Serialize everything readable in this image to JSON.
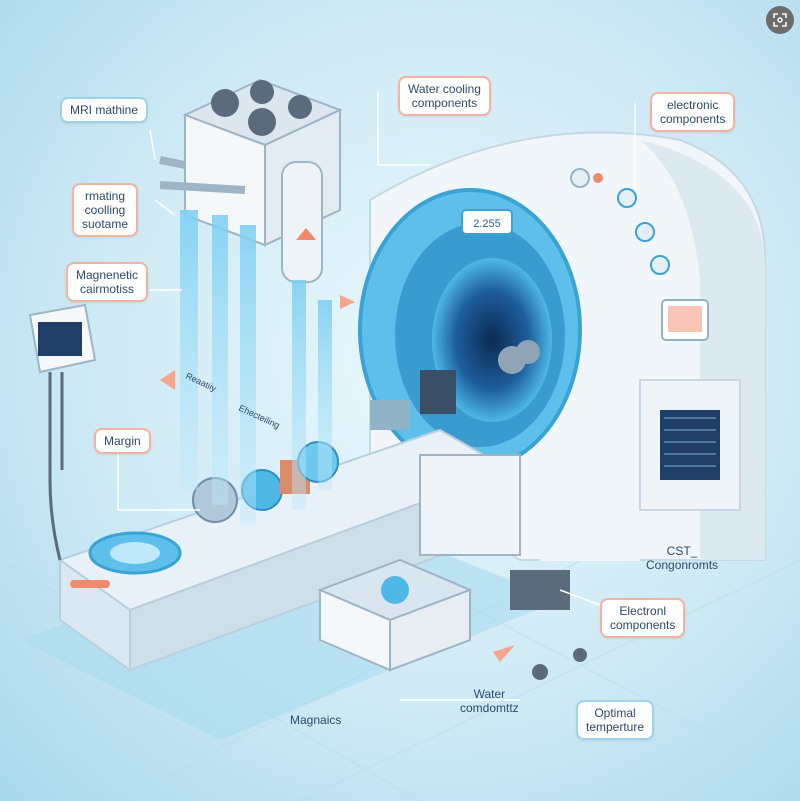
{
  "labels": {
    "mri_machine": "MRI mathine",
    "water_cooling": [
      "Water cooling",
      "components"
    ],
    "electronic_top": [
      "electronic",
      "components"
    ],
    "rotating_cooling": [
      "rmating",
      "coolling",
      "suotame"
    ],
    "magnetic_coils": [
      "Magnenetic",
      "cairmotiss"
    ],
    "margin": "Margin",
    "cst_components": [
      "CST_",
      "Congonromts"
    ],
    "electronic_bottom": [
      "Electronl",
      "components"
    ],
    "optimal_temperature": [
      "Optimal",
      "temperture"
    ],
    "water_components": [
      "Water",
      "comdomttz"
    ],
    "magnetics": "Magnaics",
    "small_arrow_1": "Reaatiiy",
    "small_arrow_2": "Ehecteiling"
  },
  "display": {
    "bore_readout": "2.255"
  },
  "icons": {
    "expand": "expand-icon"
  },
  "colors": {
    "background": "#cfeaf5",
    "label_border": "#f3b3a0",
    "accent_blue": "#4fb8e6",
    "machine_white": "#f4f8fb"
  }
}
